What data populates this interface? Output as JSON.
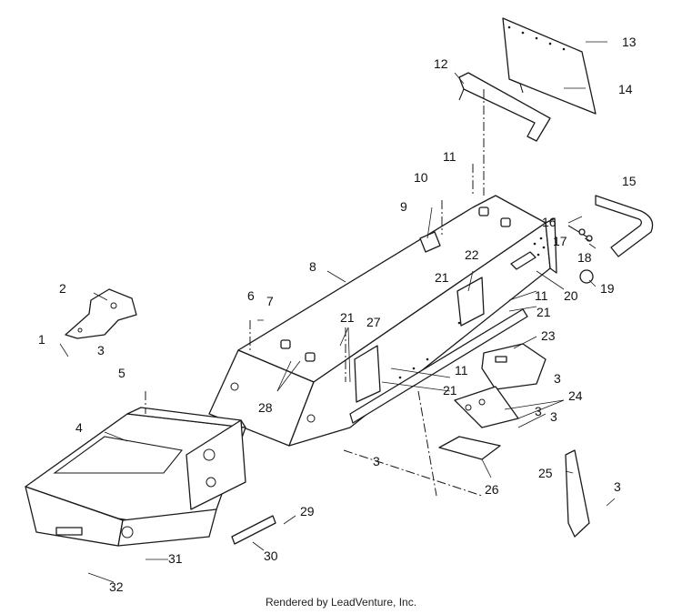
{
  "callouts": [
    "1",
    "2",
    "3",
    "3",
    "4",
    "5",
    "6",
    "7",
    "8",
    "9",
    "10",
    "11",
    "11",
    "11",
    "12",
    "13",
    "14",
    "15",
    "16",
    "17",
    "18",
    "19",
    "20",
    "21",
    "21",
    "21",
    "21",
    "22",
    "23",
    "3",
    "24",
    "3",
    "3",
    "25",
    "3",
    "26",
    "27",
    "28",
    "29",
    "30",
    "31",
    "32"
  ],
  "footer": "Rendered by LeadVenture, Inc.",
  "colors": {
    "ink": "#1a1a1a",
    "paper": "#ffffff"
  }
}
